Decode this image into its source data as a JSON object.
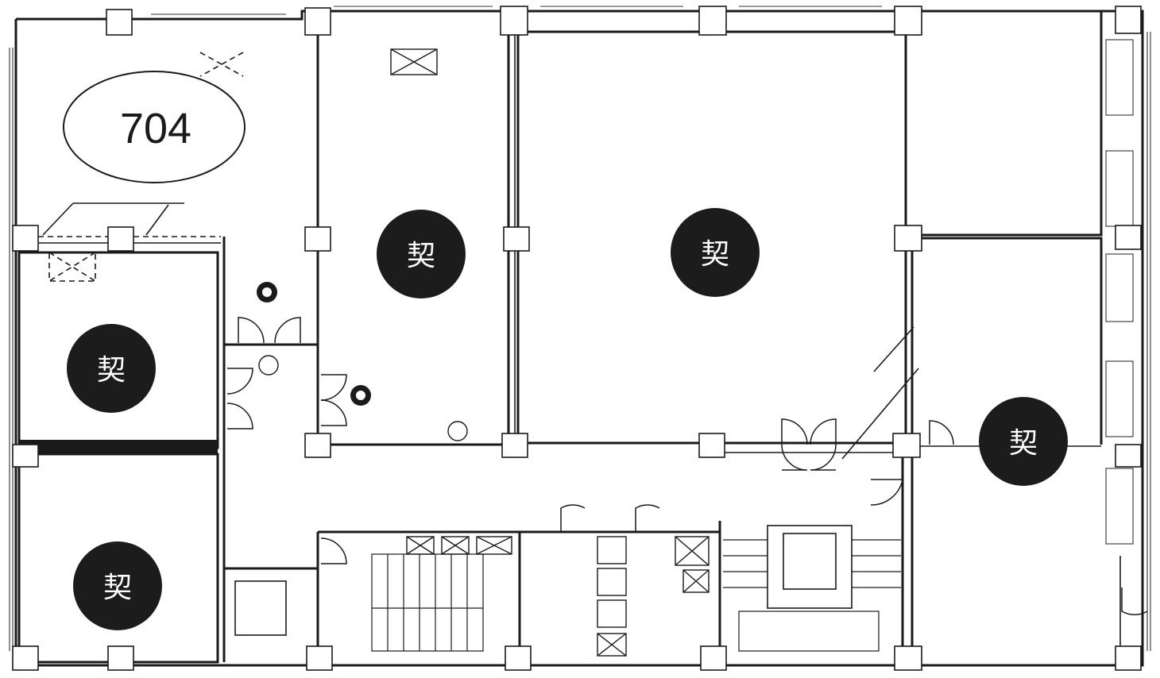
{
  "floor_plan": {
    "room_label": "704",
    "contract_mark": "契",
    "contracted_spaces": [
      {
        "mark": "契"
      },
      {
        "mark": "契"
      },
      {
        "mark": "契"
      },
      {
        "mark": "契"
      },
      {
        "mark": "契"
      }
    ]
  },
  "colors": {
    "line": "#1a1a1a",
    "badge_fill": "#1c1c1c",
    "badge_text": "#ffffff",
    "background": "#ffffff"
  }
}
